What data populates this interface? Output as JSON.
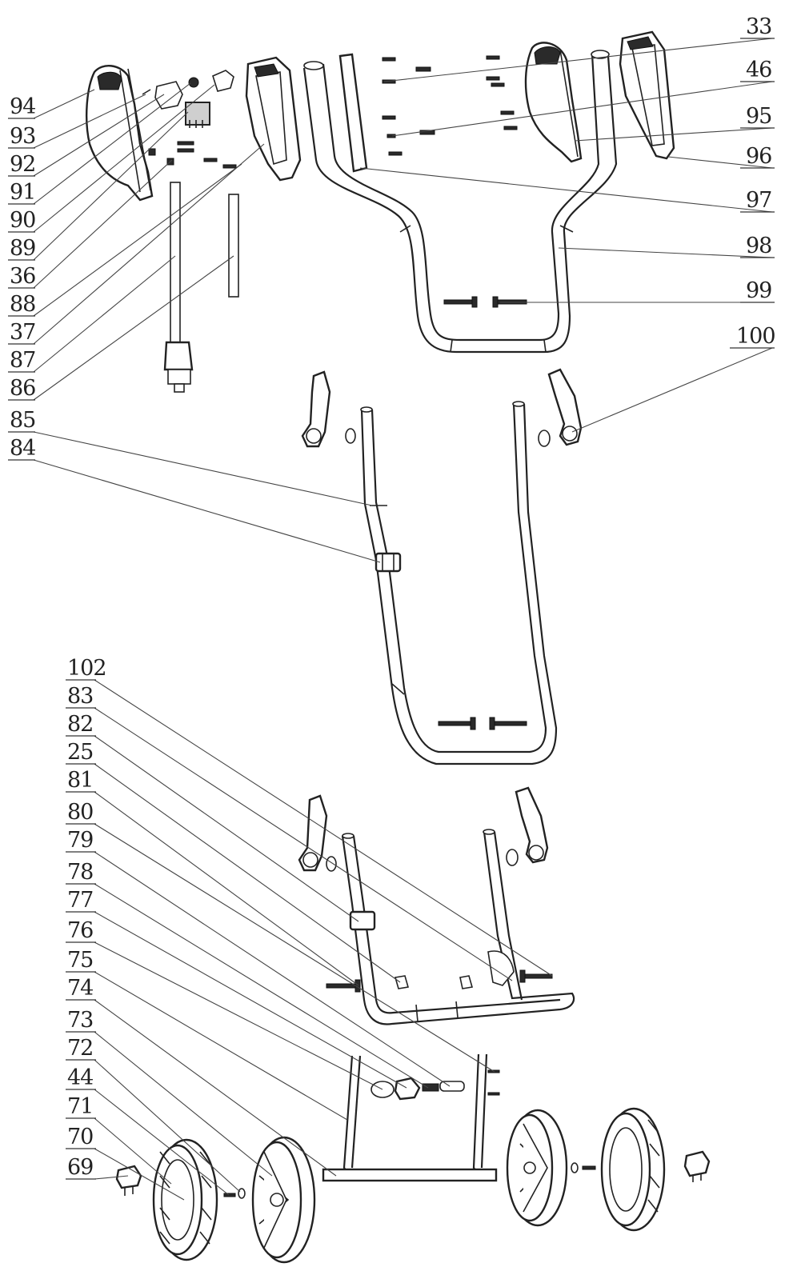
{
  "labels_left_top": [
    "94",
    "93",
    "92",
    "91",
    "90",
    "89",
    "36",
    "88",
    "37",
    "87",
    "86",
    "85",
    "84"
  ],
  "labels_right_top": [
    "33",
    "46",
    "95",
    "96",
    "97",
    "98",
    "99",
    "100"
  ],
  "labels_left_bottom": [
    "102",
    "83",
    "82",
    "25",
    "81",
    "80",
    "79",
    "78",
    "77",
    "76",
    "75",
    "74",
    "73",
    "72",
    "44",
    "71",
    "70",
    "69"
  ],
  "colors": {
    "line": "#222222",
    "background": "#ffffff"
  }
}
